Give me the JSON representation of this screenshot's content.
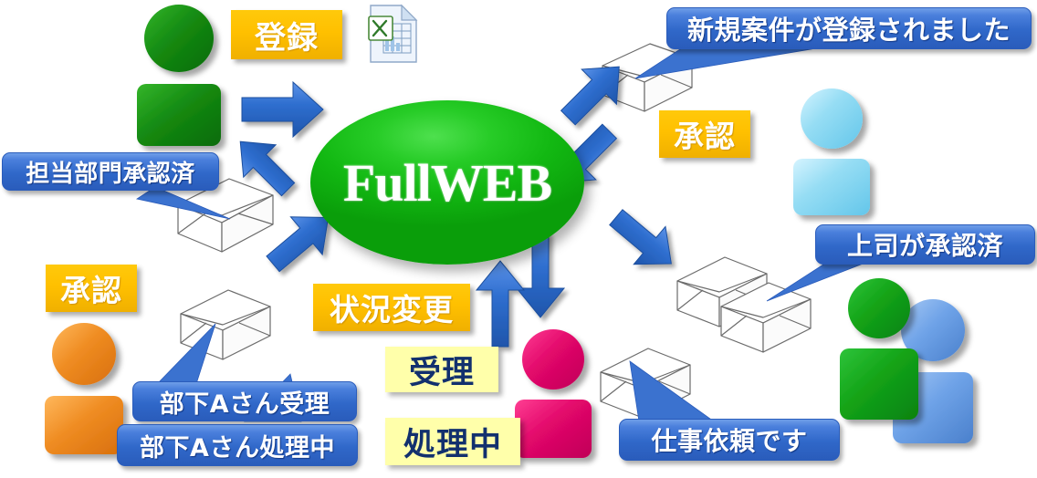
{
  "diagram": {
    "title": "FullWEB workflow",
    "hub": {
      "label": "FullWEB",
      "color": "#12b812"
    },
    "action_badges": [
      {
        "id": "register",
        "label": "登録",
        "color": "#FFC000",
        "text_color": "#FFFFFF"
      },
      {
        "id": "approve-top",
        "label": "承認",
        "color": "#FFC000",
        "text_color": "#FFFFFF"
      },
      {
        "id": "approve-left",
        "label": "承認",
        "color": "#FFC000",
        "text_color": "#FFFFFF"
      },
      {
        "id": "status-change",
        "label": "状況変更",
        "color": "#FFC000",
        "text_color": "#FFFFFF"
      }
    ],
    "status_boxes": [
      {
        "id": "accepted",
        "label": "受理",
        "color": "#FFFFAA",
        "text_color": "#12306E"
      },
      {
        "id": "processing",
        "label": "処理中",
        "color": "#FFFFAA",
        "text_color": "#12306E"
      }
    ],
    "callouts": [
      {
        "id": "dept-approved",
        "label": "担当部門承認済",
        "color": "#3068C9"
      },
      {
        "id": "new-case",
        "label": "新規案件が登録されました",
        "color": "#3068C9"
      },
      {
        "id": "boss-approved",
        "label": "上司が承認済",
        "color": "#3068C9"
      },
      {
        "id": "sub-a-accepted",
        "label": "部下Aさん受理",
        "color": "#3068C9"
      },
      {
        "id": "sub-a-working",
        "label": "部下Aさん処理中",
        "color": "#3068C9"
      },
      {
        "id": "work-request",
        "label": "仕事依頼です",
        "color": "#3068C9"
      }
    ],
    "people": [
      {
        "id": "registrant",
        "color": "#1a8a12"
      },
      {
        "id": "approver",
        "color": "#8ed8f2"
      },
      {
        "id": "manager",
        "color": "#ef8c22"
      },
      {
        "id": "assignee",
        "color": "#e2076a"
      },
      {
        "id": "team-green",
        "color": "#13a317"
      },
      {
        "id": "team-blue",
        "color": "#6fa3e8"
      }
    ],
    "icons": [
      {
        "id": "excel-document",
        "name": "excel-spreadsheet-icon"
      },
      {
        "id": "envelope",
        "name": "envelope-icon",
        "count": 5
      }
    ],
    "arrows": {
      "color": "#2f6fd0",
      "count": 8
    }
  }
}
